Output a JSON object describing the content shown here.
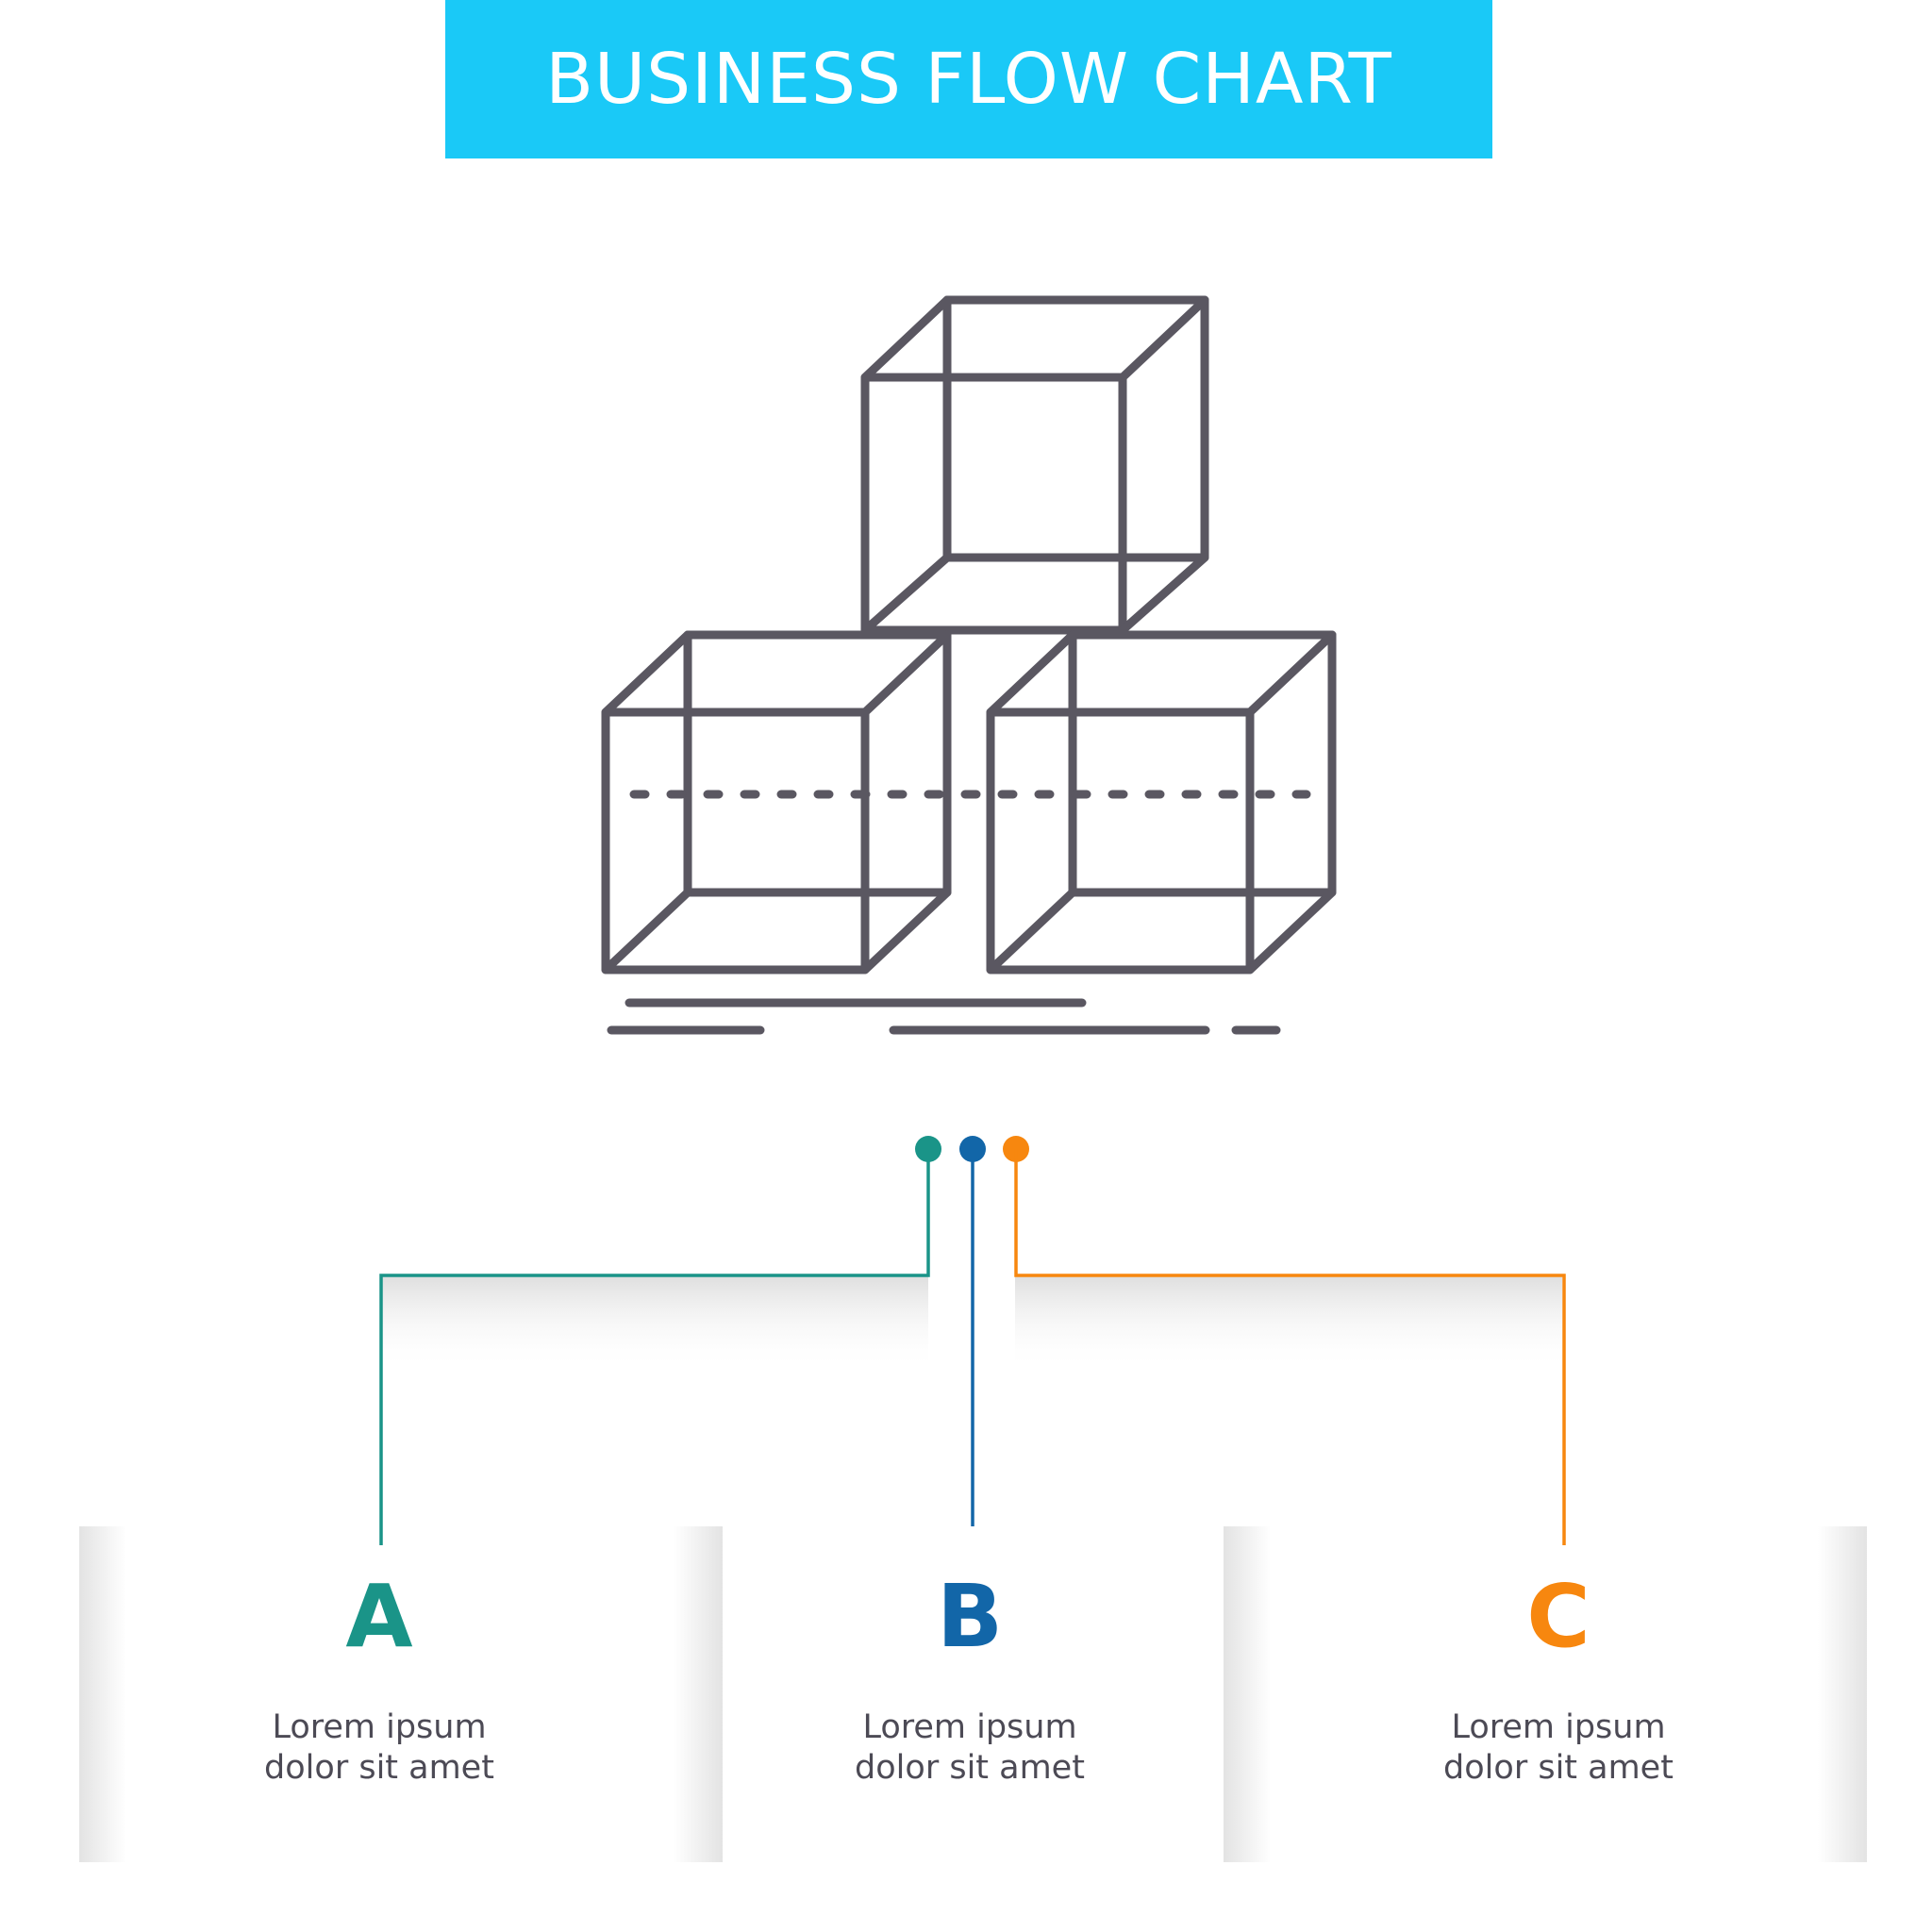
{
  "header": {
    "title": "BUSINESS FLOW CHART",
    "background_color": "#1ac9f7",
    "text_color": "#ffffff"
  },
  "illustration": {
    "icon": "stacked-cubes-icon",
    "stroke_color": "#5a5761"
  },
  "steps": [
    {
      "letter": "A",
      "text_line1": "Lorem ipsum",
      "text_line2": "dolor sit amet",
      "color": "#1a9488"
    },
    {
      "letter": "B",
      "text_line1": "Lorem ipsum",
      "text_line2": "dolor sit amet",
      "color": "#1266a8"
    },
    {
      "letter": "C",
      "text_line1": "Lorem ipsum",
      "text_line2": "dolor sit amet",
      "color": "#f7870f"
    }
  ]
}
